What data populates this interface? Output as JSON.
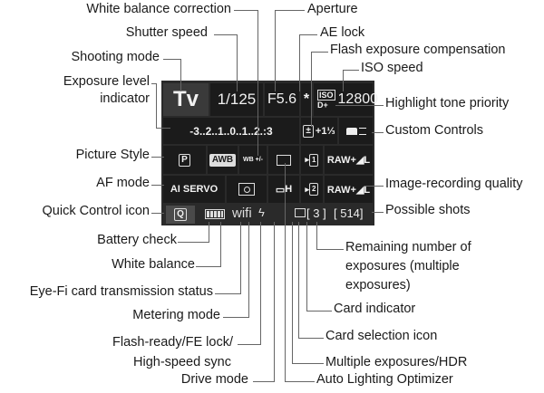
{
  "panel": {
    "shooting_mode": "Tv",
    "shutter_speed": "1/125",
    "aperture": "F5.6",
    "ae_lock": "*",
    "iso_badge": "ISO",
    "iso_dplus": "D+",
    "iso_value": "12800",
    "exposure_scale": "-3..2..1..0..1..2.:3",
    "flash_comp_icon": "±",
    "flash_comp_value": "+1⅓",
    "custom_controls_icon": "camera-menu",
    "picture_style": "P",
    "white_balance": "AWB",
    "wb_correction": "WB +/-",
    "alo_icon": "auto-lighting-optimizer",
    "card1": "1",
    "card2": "2",
    "quality1": "RAW+◢L",
    "quality2": "RAW+◢L",
    "af_mode": "AI SERVO",
    "metering_icon": "evaluative-metering",
    "drive_mode": "H",
    "quick_control": "Q",
    "battery_icon": "battery-full",
    "eyefi_icon": "wifi",
    "flash_icon": "ϟ",
    "multi_exposure_icon": "multiple-exposure",
    "remaining_exposures": "[ 3 ]",
    "possible_shots": "[ 514]"
  },
  "labels": {
    "wb_correction": "White balance correction",
    "aperture": "Aperture",
    "shutter_speed": "Shutter speed",
    "ae_lock": "AE lock",
    "flash_exposure_comp": "Flash exposure compensation",
    "shooting_mode": "Shooting mode",
    "iso_speed": "ISO speed",
    "exposure_level_1": "Exposure level",
    "exposure_level_2": "indicator",
    "highlight_tone": "Highlight tone priority",
    "custom_controls": "Custom Controls",
    "picture_style": "Picture Style",
    "af_mode": "AF mode",
    "image_quality": "Image-recording quality",
    "quick_control": "Quick Control icon",
    "possible_shots": "Possible shots",
    "battery_check": "Battery check",
    "white_balance": "White balance",
    "remaining_1": "Remaining number of",
    "remaining_2": "exposures (multiple",
    "remaining_3": "exposures)",
    "eyefi": "Eye-Fi card transmission status",
    "card_indicator": "Card indicator",
    "metering_mode": "Metering mode",
    "card_selection": "Card selection icon",
    "flash_ready_1": "Flash-ready/FE lock/",
    "flash_ready_2": "High-speed sync",
    "multiple_exposures": "Multiple exposures/HDR",
    "drive_mode": "Drive mode",
    "alo": "Auto Lighting Optimizer"
  }
}
